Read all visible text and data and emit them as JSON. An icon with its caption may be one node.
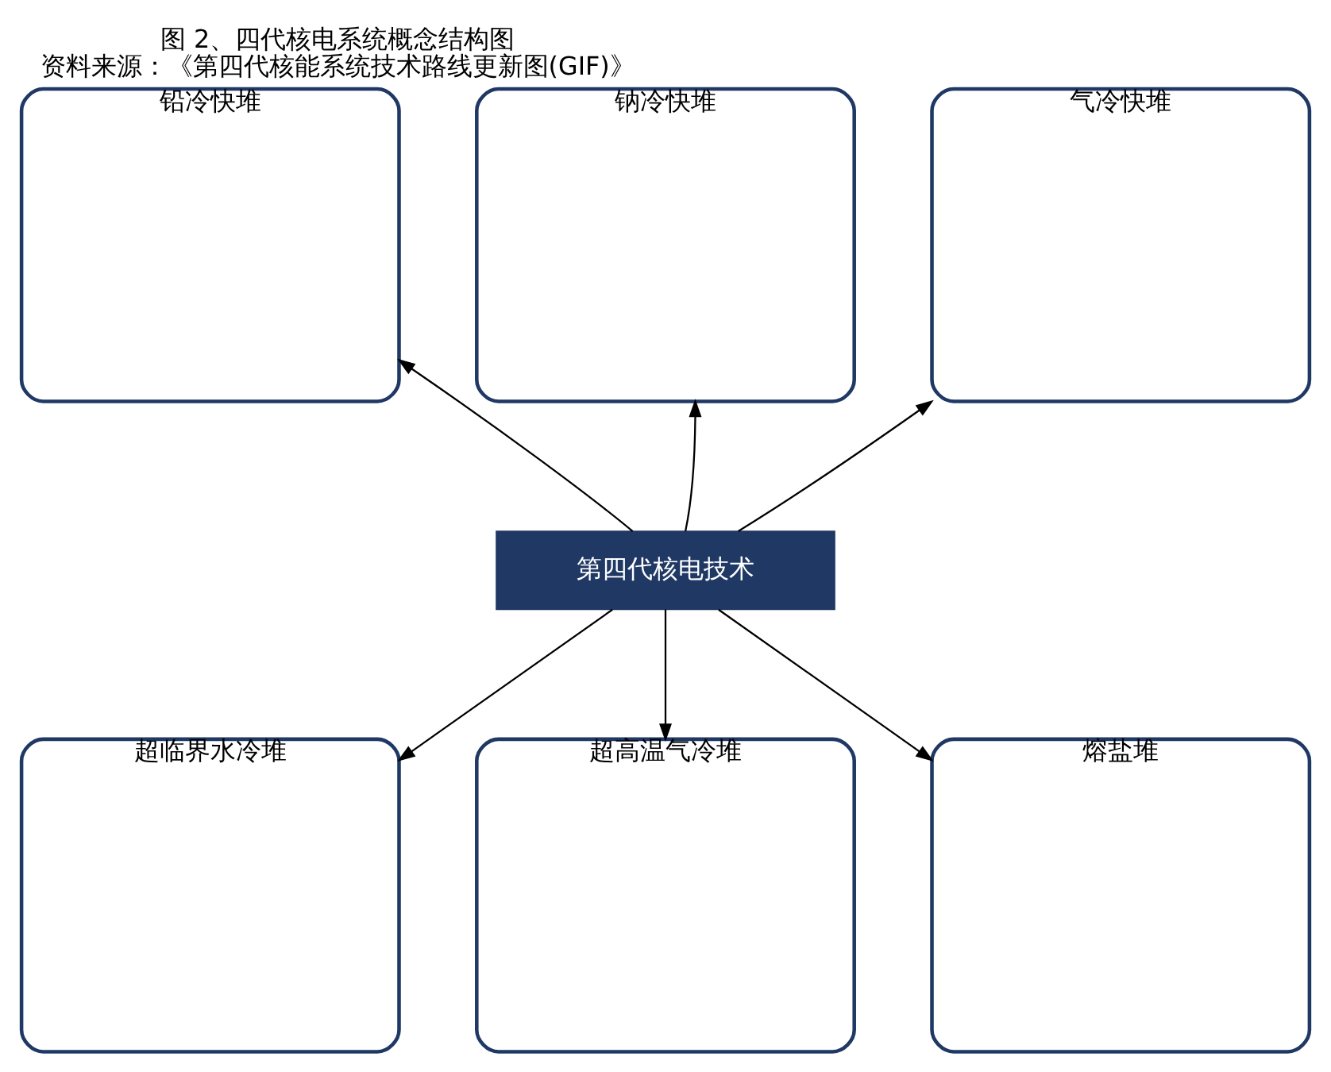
{
  "diagram": {
    "title": "图 2、四代核电系统概念结构图",
    "caption": "资料来源：《第四代核能系统技术路线更新图(GIF)》",
    "nodes": [
      {
        "text": [
          "铅冷快堆"
        ]
      },
      {
        "text": [
          "钠冷快堆"
        ]
      },
      {
        "text": [
          "气冷快堆"
        ]
      },
      {
        "text": [
          "第四代核电技术"
        ]
      },
      {
        "text": [
          "超临界水冷堆"
        ]
      },
      {
        "text": [
          "超高温气冷堆"
        ]
      },
      {
        "text": [
          "熔盐堆"
        ]
      }
    ],
    "edges": [
      {
        "from": 3,
        "to": 0,
        "arrow": "to"
      },
      {
        "from": 3,
        "to": 1,
        "arrow": "to"
      },
      {
        "from": 3,
        "to": 2,
        "arrow": "to"
      },
      {
        "from": 3,
        "to": 4,
        "arrow": "to"
      },
      {
        "from": 3,
        "to": 5,
        "arrow": "to"
      },
      {
        "from": 3,
        "to": 6,
        "arrow": "to"
      }
    ]
  }
}
